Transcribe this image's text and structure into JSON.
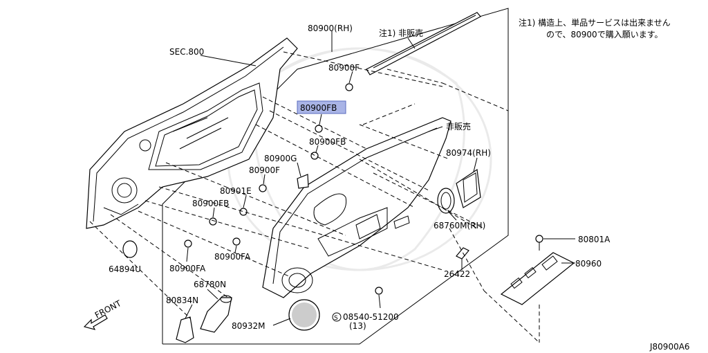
{
  "note": {
    "line1": "注1) 構造上、単品サービスは出来ません",
    "line2": "ので、80900で購入願います。"
  },
  "labels": {
    "sec800": "SEC.800",
    "p80900_rh": "80900(RH)",
    "note_ref": "注1) 非販売",
    "p80900F_top": "80900F",
    "p80900FB_highlight": "80900FB",
    "not_sold": "非販売",
    "p80900FB_mid": "80900FB",
    "p80974": "80974(RH)",
    "p80900G": "80900G",
    "p80900F_mid": "80900F",
    "p80901E": "80901E",
    "p80900FB_low": "80900FB",
    "p68760M": "68760M(RH)",
    "p80801A": "80801A",
    "p64894U": "64894U",
    "p80900FA_left": "80900FA",
    "p80900FA_right": "80900FA",
    "p80960": "80960",
    "p26422": "26422",
    "p68780N": "68780N",
    "p80834N": "80834N",
    "front": "FRONT",
    "p08540": "08540-51200",
    "p08540_qty": "(13)",
    "p80932M": "80932M",
    "diagram_code": "J80900A6"
  },
  "colors": {
    "highlight": "#a9b4e6",
    "line": "#000000",
    "background": "#ffffff"
  }
}
